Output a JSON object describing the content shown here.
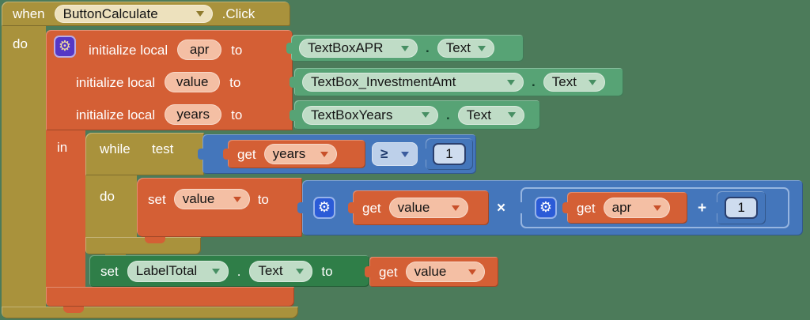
{
  "colors": {
    "background": "#4C7B5A",
    "event_control_gold": "#A9923C",
    "variables_orange": "#D45F35",
    "math_blue": "#4476BB",
    "component_get_green": "#57A375",
    "component_set_green": "#2F7E48",
    "gear_purple": "#5537C6",
    "gear_blue": "#2B5BD7"
  },
  "when": {
    "keyword": "when",
    "event": "ButtonCalculate",
    "suffix": ".Click",
    "do_label": "do"
  },
  "locals": {
    "in_label": "in",
    "rows": [
      {
        "label": "initialize local",
        "name": "apr",
        "to": "to",
        "component": "TextBoxAPR",
        "dot": ".",
        "prop": "Text"
      },
      {
        "label": "initialize local",
        "name": "value",
        "to": "to",
        "component": "TextBox_InvestmentAmt",
        "dot": ".",
        "prop": "Text"
      },
      {
        "label": "initialize local",
        "name": "years",
        "to": "to",
        "component": "TextBoxYears",
        "dot": ".",
        "prop": "Text"
      }
    ]
  },
  "while_loop": {
    "keyword": "while",
    "test_label": "test",
    "do_label": "do"
  },
  "condition": {
    "get_label": "get",
    "var": "years",
    "operator": "≥",
    "number": "1"
  },
  "assign": {
    "set_label": "set",
    "var": "value",
    "to": "to"
  },
  "multiply": {
    "operator": "×",
    "get_label": "get",
    "var": "value"
  },
  "plus": {
    "operator": "+",
    "get_label": "get",
    "var": "apr",
    "number": "1"
  },
  "setter": {
    "set_label": "set",
    "component": "LabelTotal",
    "dot": ".",
    "prop": "Text",
    "to": "to",
    "get_label": "get",
    "var": "value"
  }
}
